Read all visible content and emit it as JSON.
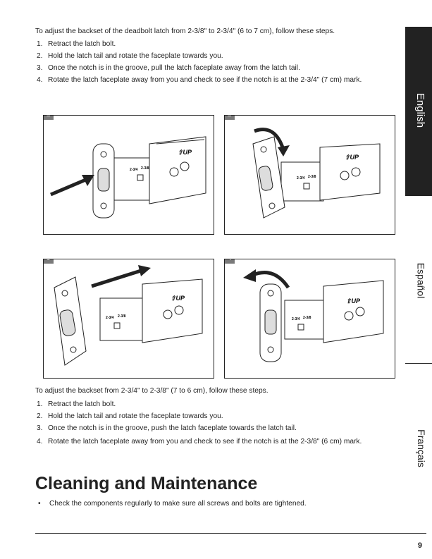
{
  "intro1": "To adjust the backset of the deadbolt latch from 2-3/8\" to 2-3/4\" (6 to 7 cm), follow these steps.",
  "steps1": [
    {
      "num": "1.",
      "text": "Retract the latch bolt."
    },
    {
      "num": "2.",
      "text": "Hold the latch tail and rotate the faceplate towards you."
    },
    {
      "num": "3.",
      "text": "Once the notch is in the groove, pull the latch faceplate away from the latch tail."
    },
    {
      "num": "4.",
      "text": "Rotate the latch faceplate away from you and check to see if the notch is at the 2-3/4\" (7 cm) mark."
    }
  ],
  "figures": [
    {
      "badge": "1"
    },
    {
      "badge": "2"
    },
    {
      "badge": "3"
    },
    {
      "badge": "4"
    }
  ],
  "latch_labels": {
    "up": "⇧UP",
    "mark1": "2-3/4",
    "mark2": "2-3/8"
  },
  "intro2": "To adjust the backset from 2-3/4\" to 2-3/8\" (7 to 6 cm), follow these steps.",
  "steps2": [
    {
      "num": "1.",
      "text": "Retract the latch bolt."
    },
    {
      "num": "2.",
      "text": "Hold the latch tail and rotate the faceplate towards you."
    },
    {
      "num": "3.",
      "text": "Once the notch is in the groove, push the latch faceplate towards the latch tail."
    },
    {
      "num": "4.",
      "text": "Rotate the latch faceplate away from you and check to see if the notch is at the 2-3/8\" (6 cm) mark."
    }
  ],
  "heading": "Cleaning and Maintenance",
  "bullet_char": "•",
  "bullet_text": "Check the components regularly to make sure all screws and bolts are tightened.",
  "side_tabs": {
    "english": "English",
    "espanol": "Español",
    "francais": "Français"
  },
  "page_number": "9"
}
